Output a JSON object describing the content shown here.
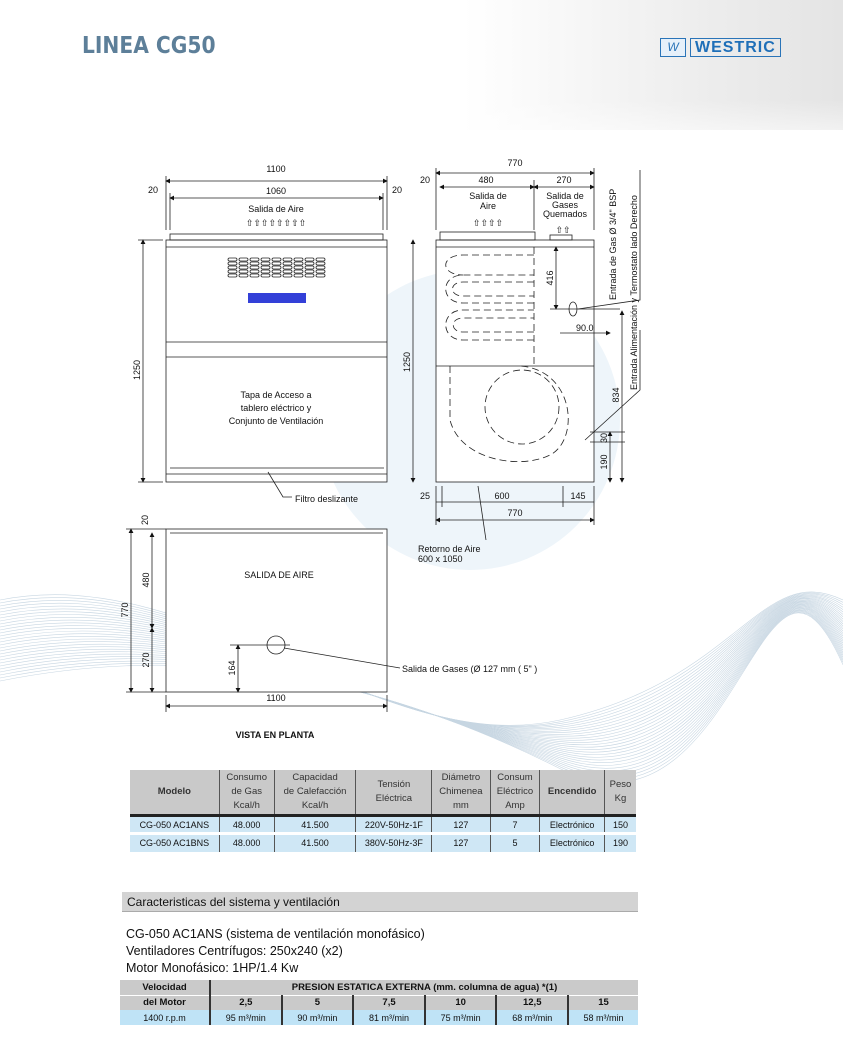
{
  "header": {
    "title": "LINEA CG50",
    "logo_text": "WESTRIC"
  },
  "front_view": {
    "width_total": "1100",
    "width_inner": "1060",
    "side_left": "20",
    "side_right": "20",
    "air_out": "Salida de Aire",
    "height": "1250",
    "access_label": [
      "Tapa de Acceso a",
      "tablero eléctrico y",
      "Conjunto de Ventilación"
    ],
    "filter": "Filtro deslizante"
  },
  "side_view": {
    "width_total": "770",
    "margin": "20",
    "air_width": "480",
    "gas_width": "270",
    "air_out": [
      "Salida de",
      "Aire"
    ],
    "gas_out": [
      "Salida de",
      "Gases",
      "Quemados"
    ],
    "height": "1250",
    "dim_416": "416",
    "dim_90": "90.0",
    "dim_834": "834",
    "dim_30": "30",
    "dim_190": "190",
    "bottom_left": "25",
    "bottom_mid": "600",
    "bottom_right": "145",
    "bottom_total": "770",
    "gas_inlet": "Entrada de Gas Ø 3/4\" BSP",
    "power_inlet": "Entrada Alimentación y Termostato lado Derecho",
    "return_air": [
      "Retorno de Aire",
      "600 x 1050"
    ]
  },
  "plan_view": {
    "top": "20",
    "dim_480": "480",
    "dim_770": "770",
    "dim_270": "270",
    "dim_164": "164",
    "width": "1100",
    "air_out": "SALIDA DE AIRE",
    "gas_out": "Salida de Gases  (Ø 127 mm ( 5\" )",
    "caption": "VISTA EN PLANTA"
  },
  "spec_table": {
    "headers": [
      [
        "Modelo"
      ],
      [
        "Consumo",
        "de Gas",
        "Kcal/h"
      ],
      [
        "Capacidad",
        "de Calefacción",
        "Kcal/h"
      ],
      [
        "Tensión",
        "Eléctrica"
      ],
      [
        "Diámetro",
        "Chimenea",
        "mm"
      ],
      [
        "Consum",
        "Eléctrico",
        "Amp"
      ],
      [
        "Encendido"
      ],
      [
        "Peso",
        "Kg"
      ]
    ],
    "rows": [
      [
        "CG-050 AC1ANS",
        "48.000",
        "41.500",
        "220V-50Hz-1F",
        "127",
        "7",
        "Electrónico",
        "150"
      ],
      [
        "CG-050 AC1BNS",
        "48.000",
        "41.500",
        "380V-50Hz-3F",
        "127",
        "5",
        "Electrónico",
        "190"
      ]
    ]
  },
  "section": {
    "title": "Caracteristicas del sistema y ventilación",
    "lines": [
      "CG-050 AC1ANS (sistema de ventilación monofásico)",
      "Ventiladores Centrífugos: 250x240 (x2)",
      "Motor Monofásico: 1HP/1.4 Kw"
    ]
  },
  "fan_table": {
    "speed_label": [
      "Velocidad",
      "del Motor"
    ],
    "pressure_header": "PRESION ESTATICA EXTERNA (mm. columna de agua) *(1)",
    "pressures": [
      "2,5",
      "5",
      "7,5",
      "10",
      "12,5",
      "15"
    ],
    "speed": "1400 r.p.m",
    "flows": [
      "95 m³/min",
      "90 m³/min",
      "81 m³/min",
      "75 m³/min",
      "68 m³/min",
      "58 m³/min"
    ]
  },
  "colors": {
    "title": "#5d7f99",
    "brand": "#1f6fb8",
    "table_header": "#c9c9c9",
    "table_row": "#cfe7f5"
  }
}
